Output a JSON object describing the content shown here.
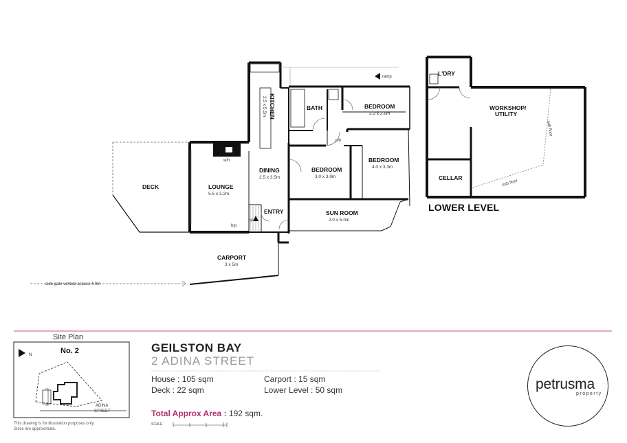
{
  "floor_plan": {
    "rooms": {
      "kitchen": {
        "name": "KITCHEN",
        "size": "2.5 x 5.5m"
      },
      "bath": {
        "name": "BATH"
      },
      "bedroom1": {
        "name": "BEDROOM",
        "size": "3.3 x 2.6m"
      },
      "bedroom2": {
        "name": "BEDROOM",
        "size": "4.0 x 3.3m"
      },
      "bedroom3": {
        "name": "BEDROOM",
        "size": "3.0 x 3.0m"
      },
      "dining": {
        "name": "DINING",
        "size": "2.5 x 3.5m"
      },
      "lounge": {
        "name": "LOUNGE",
        "size": "5.5 x 3.2m"
      },
      "deck": {
        "name": "DECK"
      },
      "entry": {
        "name": "ENTRY"
      },
      "sun_room": {
        "name": "SUN ROOM",
        "size": "2.0 x 5.0m"
      },
      "carport": {
        "name": "CARPORT",
        "size": "3 x 5m"
      },
      "laundry": {
        "name": "L'DRY"
      },
      "workshop": {
        "name": "WORKSHOP/",
        "name2": "UTILITY"
      },
      "cellar": {
        "name": "CELLAR"
      }
    },
    "annotations": {
      "ramp": "ramp",
      "pantry": "p/h",
      "wood_heater": "w/h",
      "heat_pump": "h/p",
      "stairs_up": "up",
      "side_gate": "side gate vehicle access 4.0m",
      "sub_floor_1": "sub floor",
      "sub_floor_2": "sub floor"
    },
    "lower_level_title": "LOWER LEVEL"
  },
  "site_plan": {
    "label": "Site Plan",
    "number": "No. 2",
    "north": "N",
    "street_line1": "ADINA",
    "street_line2": "STREET",
    "disclaimer_line1": "This drawing is for illustration purposes only.",
    "disclaimer_line2": "Sizes are approximate."
  },
  "property": {
    "suburb": "GEILSTON BAY",
    "address": "2 ADINA STREET",
    "house": "House : 105 sqm",
    "deck": "Deck : 22 sqm",
    "carport": "Carport : 15 sqm",
    "lower_level": "Lower Level : 50 sqm",
    "total_label": "Total Approx Area :",
    "total_value": "192 sqm.",
    "scale_label": "SCALE"
  },
  "brand": {
    "name": "petrusma",
    "tagline": "property",
    "accent_color": "#c94f8b"
  }
}
